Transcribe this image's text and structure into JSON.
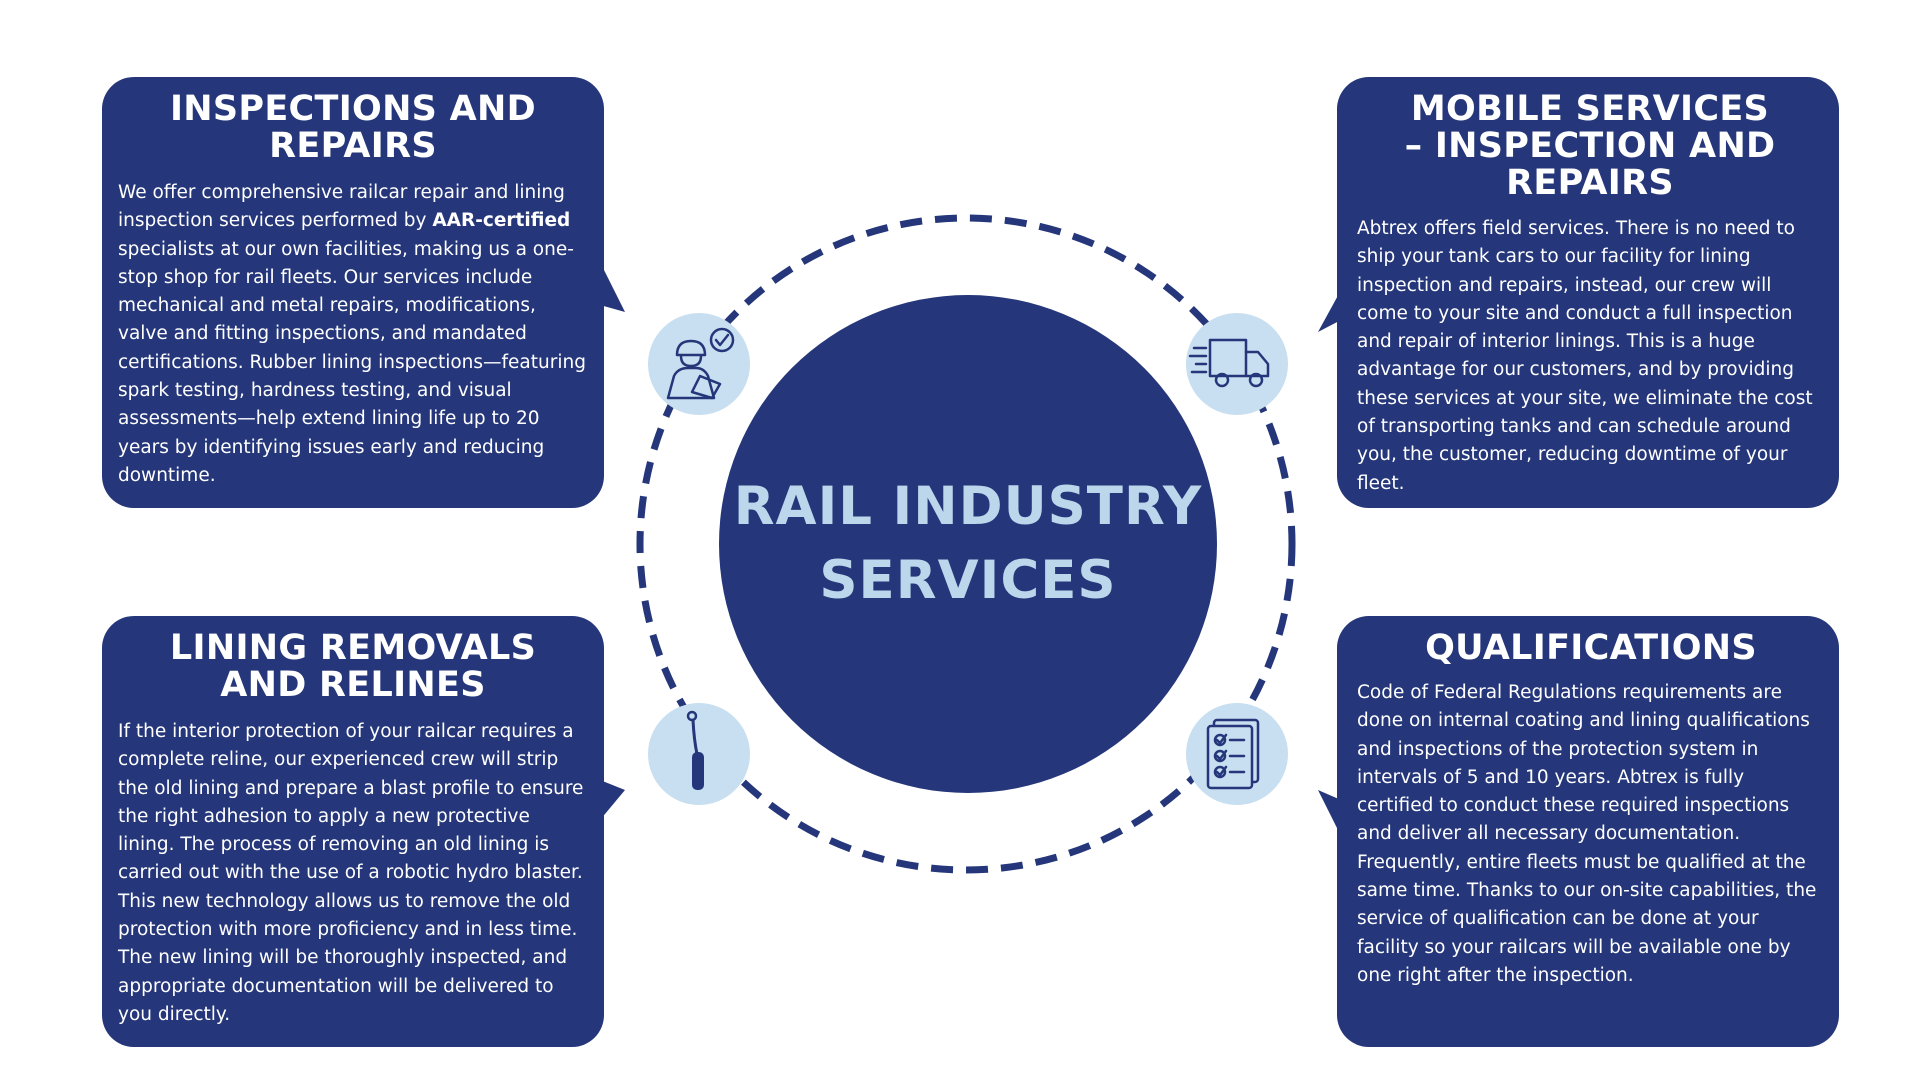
{
  "center": {
    "title_line1": "RAIL INDUSTRY",
    "title_line2": "SERVICES"
  },
  "colors": {
    "navy": "#25377a",
    "light_blue": "#bcd7ec",
    "icon_circle": "#c7dff0"
  },
  "cards": {
    "inspections": {
      "title": "INSPECTIONS AND REPAIRS",
      "body_before": "We offer comprehensive railcar repair and lining inspection services performed by ",
      "body_bold": "AAR-certified",
      "body_after": " specialists at our own facilities, making us a one-stop shop for rail fleets. Our services include mechanical and metal repairs, modifications, valve and fitting inspections, and mandated certifications. Rubber lining inspections—featuring spark testing, hardness testing, and visual assessments—help extend lining life up to 20 years by identifying issues early and reducing downtime.",
      "icon": "inspector-icon"
    },
    "mobile": {
      "title": "MOBILE SERVICES – INSPECTION AND REPAIRS",
      "body": "Abtrex offers field services. There is no need to ship your tank cars to our facility for lining inspection and repairs, instead, our crew will come to your site and conduct a full inspection and repair of interior linings. This is a huge advantage for our customers, and by providing these services at your site, we eliminate the cost of transporting tanks and can schedule around you, the customer, reducing downtime of your fleet.",
      "icon": "delivery-truck-icon"
    },
    "relines": {
      "title": "LINING REMOVALS AND RELINES",
      "body": "If the interior protection of your railcar requires a complete reline, our experienced crew will strip the old lining and prepare a blast profile to ensure the right adhesion to apply a new protective lining. The process of removing an old lining is carried out with the use of a robotic hydro blaster. This new technology allows us to remove the old protection with more proficiency and in less time. The new lining will be thoroughly inspected, and appropriate documentation will be delivered to you directly.",
      "icon": "blaster-wand-icon"
    },
    "qualifications": {
      "title": "QUALIFICATIONS",
      "body_p1": "Code of Federal Regulations requirements are done on internal coating and lining qualifications and inspections of the protection system in intervals of 5 and 10 years. Abtrex is fully certified to conduct these required inspections and deliver all necessary documentation.",
      "body_p2": "Frequently, entire fleets must be qualified at the same time. Thanks to our on-site capabilities, the service of qualification can be done at your facility so your railcars will be available one by one right after the inspection.",
      "icon": "checklist-icon"
    }
  }
}
